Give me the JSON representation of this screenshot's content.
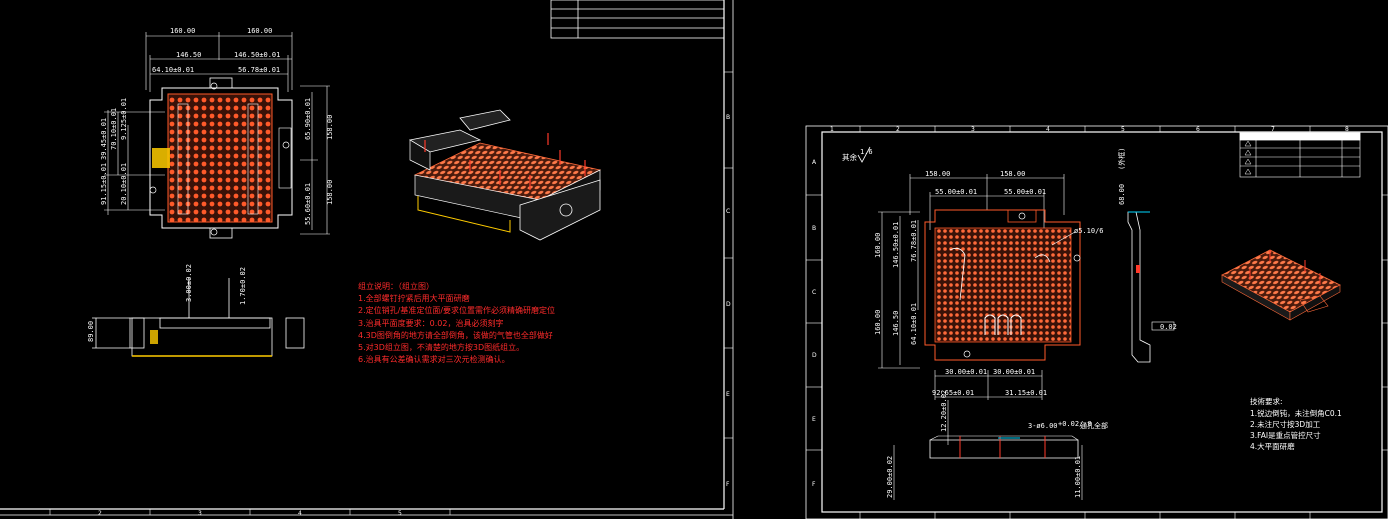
{
  "sheet_left": {
    "zone_numbers_bottom": [
      "2",
      "3",
      "4",
      "5"
    ],
    "zone_letters_right": [
      "B",
      "C",
      "D",
      "E",
      "F"
    ],
    "top_view_dims": {
      "top_left": "160.00",
      "top_right": "160.00",
      "mid_left": "146.50",
      "mid_right": "146.50±0.01",
      "inner_left": "64.10±0.01",
      "inner_right": "56.78±0.01",
      "left_v1": "9.125±0.01",
      "left_v2": "39.45±0.01",
      "left_v3": "70.10±0.01",
      "left_v4": "20.10±0.01",
      "left_v5": "91.15±0.01",
      "right_v1": "158.00",
      "right_v2": "158.00",
      "right_v3": "65.90±0.01",
      "right_v4": "55.60±0.01"
    },
    "front_view_dims": {
      "a": "3.00±0.02",
      "b": "1.70±0.02",
      "h": "89.00"
    },
    "assembly_notes": {
      "title": "组立说明：（组立图）",
      "lines": [
        "1.全部螺钉拧紧后用大平面研磨",
        "2.定位销孔/基准定位面/要求位置需作必须精确研磨定位",
        "3.治具平面度要求：0.02，治具必须刻字",
        "4.3D图倒角的地方请全部倒角，该做的气管也全部做好",
        "5.对3D组立图，不清楚的地方按3D图纸组立。",
        "6.治具有公差确认需求对三次元检测确认。"
      ]
    }
  },
  "sheet_right": {
    "zone_numbers_top": [
      "1",
      "2",
      "3",
      "4",
      "5",
      "6",
      "7",
      "8"
    ],
    "zone_letters_left": [
      "A",
      "B",
      "C",
      "D",
      "E",
      "F"
    ],
    "surface_symbol": "1.6",
    "surface_prefix": "其余",
    "title_block_rows": [
      "",
      "",
      "",
      "",
      ""
    ],
    "top_view_dims": {
      "top_left": "158.00",
      "top_right": "158.00",
      "inner_left": "55.00±0.01",
      "inner_right": "55.00±0.01",
      "v1": "160.00",
      "v2": "146.50±0.01",
      "v3": "76.78±0.01",
      "v4": "160.00",
      "v5": "146.50",
      "v6": "64.10±0.01",
      "b1": "30.00±0.01",
      "b2": "30.00±0.01",
      "b3": "92.65±0.01",
      "b4": "31.15±0.01",
      "callout": "ø5.10/6",
      "side_label": "68.00",
      "side_note": "(外框)"
    },
    "section_dims": {
      "s1": "12.20±0.02",
      "s2": "29.00±0.02",
      "s3": "11.00±0.01",
      "hole": "3-ø6.00",
      "hole_tol": "+0.02/-0",
      "hole_note": "通孔全部"
    },
    "flatness": "0.02",
    "tech_requirements": {
      "title": "技術要求:",
      "lines": [
        "1.锐边倒钝，未注倒角C0.1",
        "2.未注尺寸按3D加工",
        "3.FAI是重点管控尺寸",
        "4.大平面研磨"
      ]
    }
  }
}
